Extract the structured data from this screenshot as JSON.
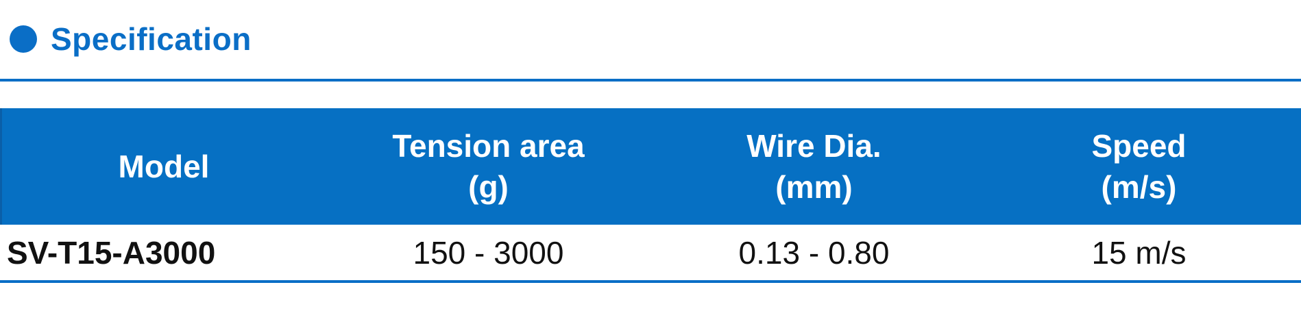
{
  "section": {
    "title": "Specification"
  },
  "table": {
    "headers": [
      {
        "line1": "Model",
        "line2": ""
      },
      {
        "line1": "Tension area",
        "line2": "(g)"
      },
      {
        "line1": "Wire Dia.",
        "line2": "(mm)"
      },
      {
        "line1": "Speed",
        "line2": "(m/s)"
      }
    ],
    "rows": [
      [
        "SV-T15-A3000",
        "150 - 3000",
        "0.13 - 0.80",
        "15 m/s"
      ]
    ]
  },
  "colors": {
    "accent": "#0a6ec6",
    "header_bg": "#0670c3",
    "header_text": "#ffffff",
    "body_text": "#111111"
  }
}
